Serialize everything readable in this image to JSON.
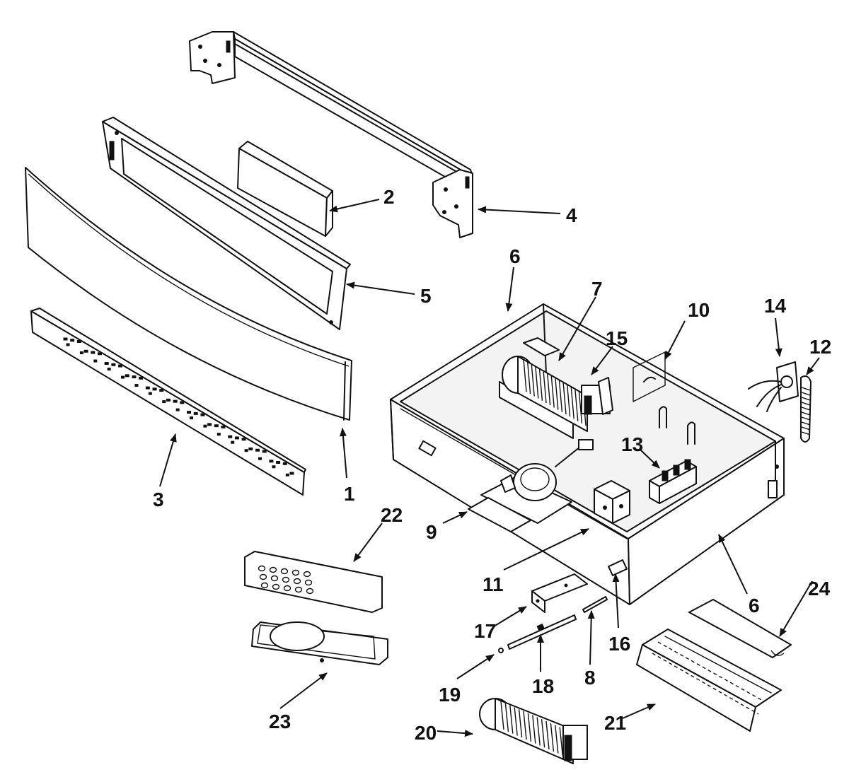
{
  "diagram": {
    "callouts": [
      {
        "id": "c1",
        "label": "1"
      },
      {
        "id": "c2",
        "label": "2"
      },
      {
        "id": "c3",
        "label": "3"
      },
      {
        "id": "c4",
        "label": "4"
      },
      {
        "id": "c5",
        "label": "5"
      },
      {
        "id": "c6a",
        "label": "6"
      },
      {
        "id": "c6b",
        "label": "6"
      },
      {
        "id": "c7",
        "label": "7"
      },
      {
        "id": "c8",
        "label": "8"
      },
      {
        "id": "c9",
        "label": "9"
      },
      {
        "id": "c10",
        "label": "10"
      },
      {
        "id": "c11",
        "label": "11"
      },
      {
        "id": "c12",
        "label": "12"
      },
      {
        "id": "c13",
        "label": "13"
      },
      {
        "id": "c14",
        "label": "14"
      },
      {
        "id": "c15",
        "label": "15"
      },
      {
        "id": "c16",
        "label": "16"
      },
      {
        "id": "c17",
        "label": "17"
      },
      {
        "id": "c18",
        "label": "18"
      },
      {
        "id": "c19",
        "label": "19"
      },
      {
        "id": "c20",
        "label": "20"
      },
      {
        "id": "c21",
        "label": "21"
      },
      {
        "id": "c22",
        "label": "22"
      },
      {
        "id": "c23",
        "label": "23"
      },
      {
        "id": "c24",
        "label": "24"
      }
    ]
  }
}
